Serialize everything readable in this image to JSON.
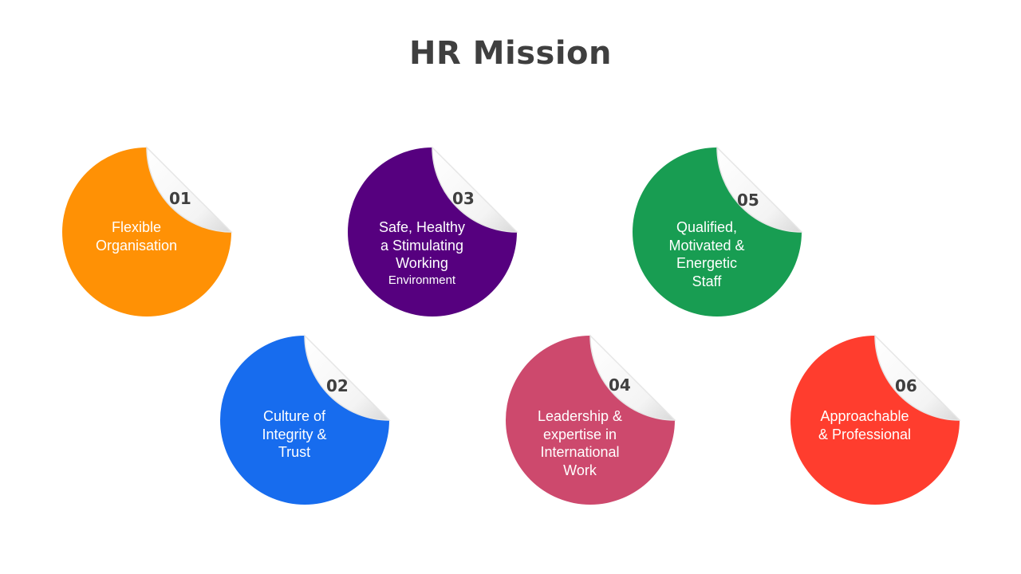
{
  "title": "HR Mission",
  "items": [
    {
      "number": "01",
      "color": "#FF9105",
      "lines": [
        "Flexible",
        "Organisation"
      ]
    },
    {
      "number": "02",
      "color": "#176CEE",
      "lines": [
        "Culture of",
        "Integrity &",
        "Trust"
      ]
    },
    {
      "number": "03",
      "color": "#56007F",
      "lines": [
        "Safe, Healthy",
        "a Stimulating",
        "Working",
        "Environment"
      ]
    },
    {
      "number": "04",
      "color": "#CD496D",
      "lines": [
        "Leadership &",
        "expertise in",
        "International",
        "Work"
      ]
    },
    {
      "number": "05",
      "color": "#189D52",
      "lines": [
        "Qualified,",
        "Motivated &",
        "Energetic",
        "Staff"
      ]
    },
    {
      "number": "06",
      "color": "#FF3D2E",
      "lines": [
        "Approachable",
        "& Professional"
      ]
    }
  ]
}
